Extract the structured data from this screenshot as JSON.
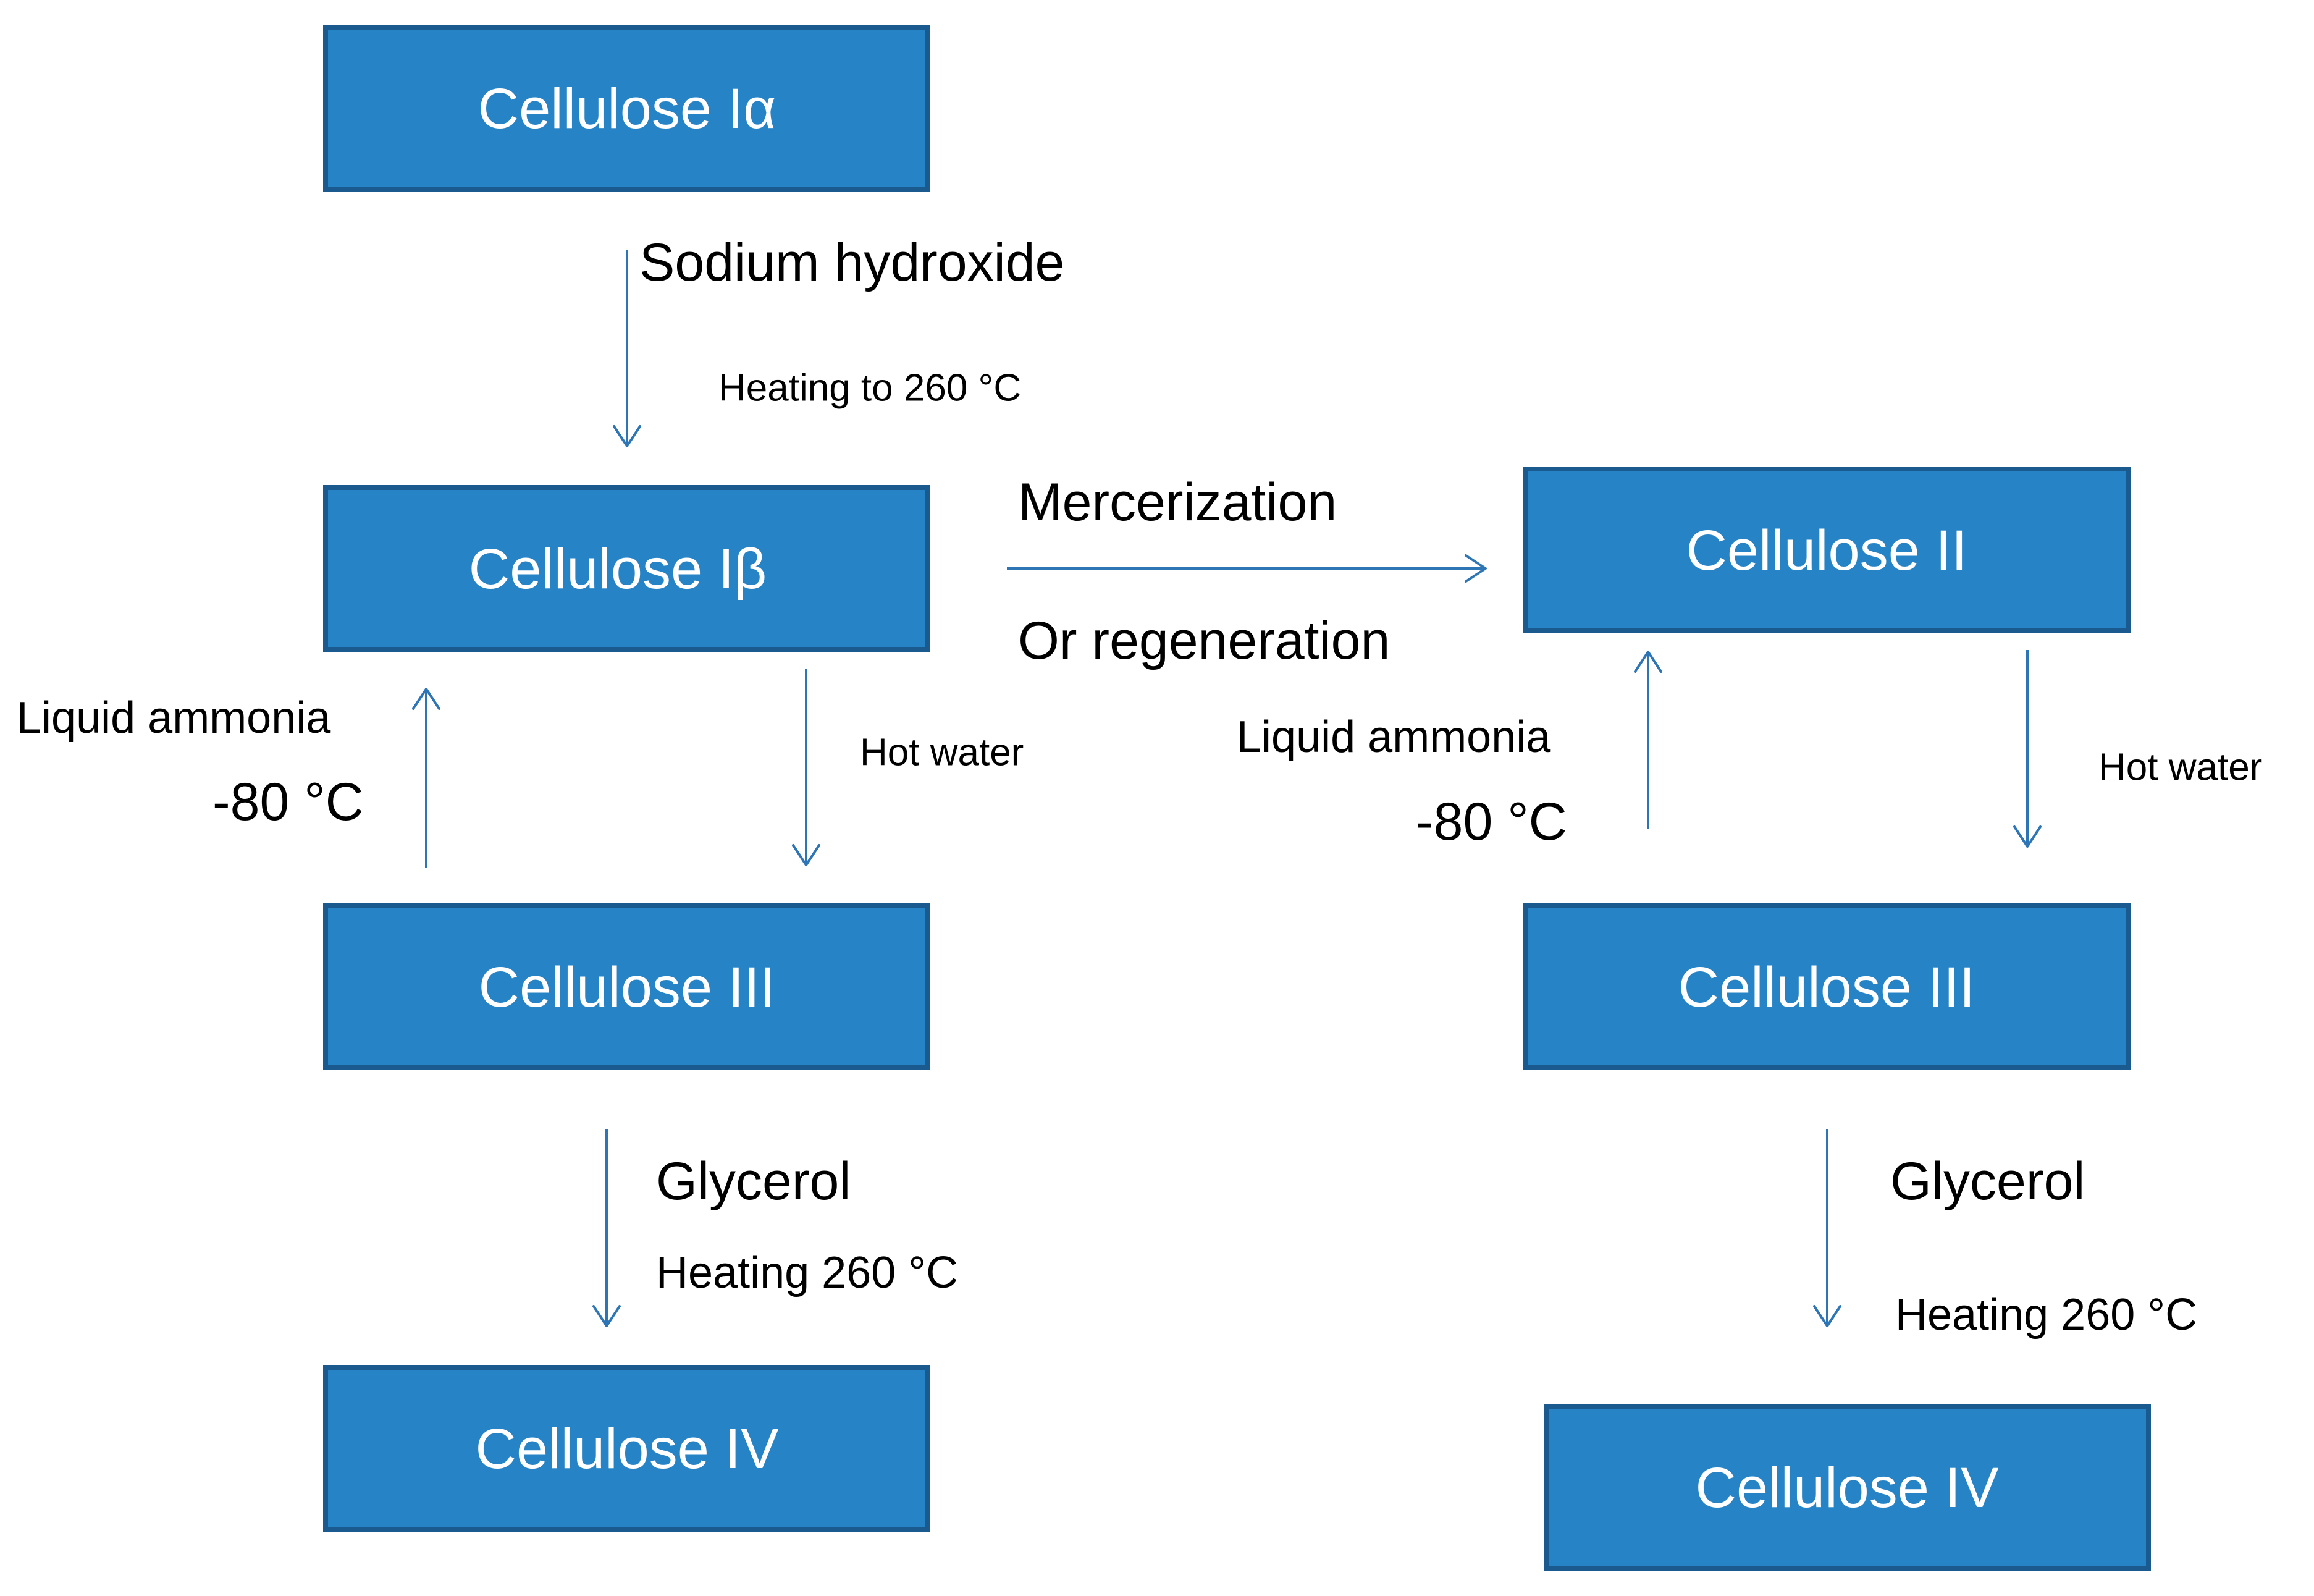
{
  "boxes": {
    "cellulose_1a": "Cellulose Iα",
    "cellulose_1b": "Cellulose Iβ",
    "cellulose_2": "Cellulose II",
    "cellulose_3_left": "Cellulose III",
    "cellulose_3_right": "Cellulose III",
    "cellulose_4_left": "Cellulose IV",
    "cellulose_4_right": "Cellulose IV"
  },
  "labels": {
    "sodium_hydroxide": "Sodium hydroxide",
    "heating_to_260": "Heating to 260 °C",
    "mercerization": "Mercerization",
    "or_regeneration": "Or regeneration",
    "liquid_ammonia_left": "Liquid ammonia",
    "minus80_left": "-80 °C",
    "hot_water_left": "Hot water",
    "liquid_ammonia_right": "Liquid ammonia",
    "minus80_right": "-80 °C",
    "hot_water_right": "Hot water",
    "glycerol_left": "Glycerol",
    "heating_260_left": "Heating 260 °C",
    "glycerol_right": "Glycerol",
    "heating_260_right": "Heating 260 °C"
  },
  "colors": {
    "box_fill": "#2683c6",
    "box_border": "#1a5a8e",
    "arrow": "#2e75b6",
    "box_text": "#ffffff",
    "label_text": "#000000"
  }
}
